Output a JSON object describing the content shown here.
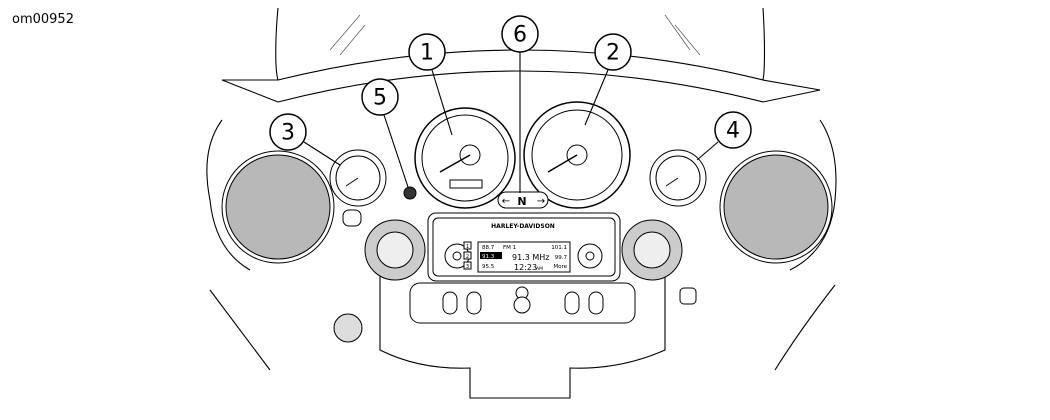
{
  "figure_id": "om00952",
  "callouts": [
    "1",
    "2",
    "3",
    "4",
    "5",
    "6"
  ],
  "indicator": {
    "left_arrow": "←",
    "neutral": "N",
    "right_arrow": "→"
  },
  "radio": {
    "brand": "HARLEY-DAVIDSON",
    "presets_left": [
      "88.7",
      "91.3",
      "95.5"
    ],
    "band": "FM 1",
    "frequency": "91.3 MHz",
    "time": "12:23",
    "ampm": "AM",
    "presets_right": [
      "101.1",
      "99.7"
    ],
    "more": "More",
    "number_buttons": [
      "1",
      "2",
      "3"
    ]
  }
}
